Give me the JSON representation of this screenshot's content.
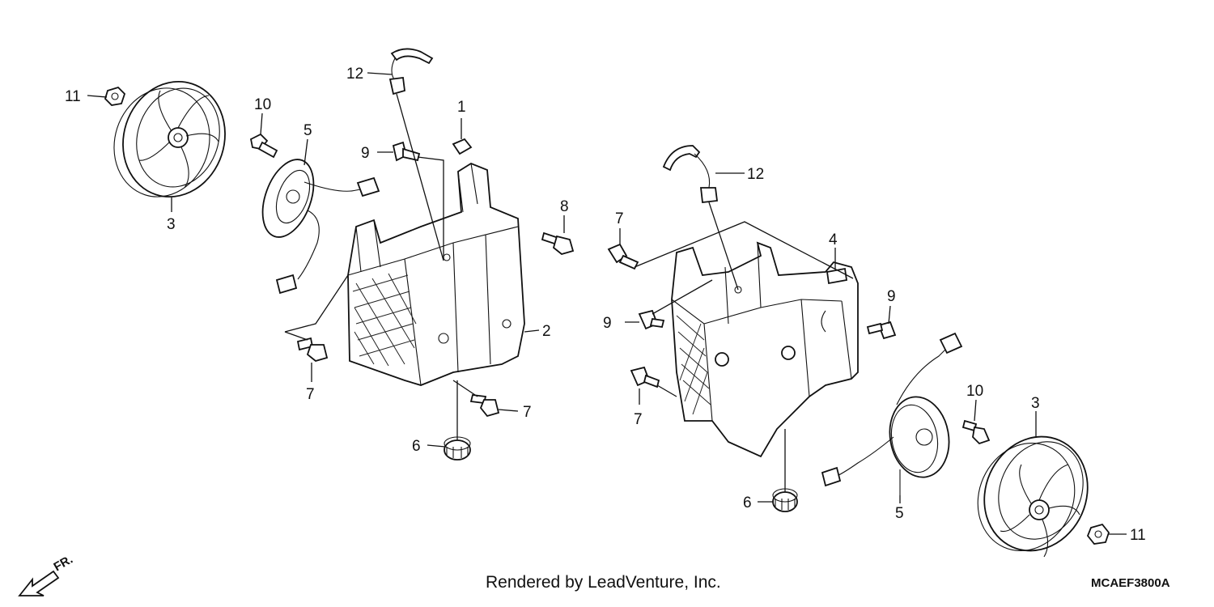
{
  "diagram": {
    "callouts": {
      "l11": "11",
      "l10": "10",
      "l12": "12",
      "l5": "5",
      "l1": "1",
      "l9": "9",
      "l3": "3",
      "l8": "8",
      "l2": "2",
      "l7a": "7",
      "l7b": "7",
      "l6": "6",
      "r12": "12",
      "r7a": "7",
      "r4": "4",
      "r9a": "9",
      "r9b": "9",
      "r7b": "7",
      "r10": "10",
      "r3": "3",
      "r6": "6",
      "r5": "5",
      "r11": "11"
    },
    "direction_label": "FR."
  },
  "footer": {
    "credit": "Rendered by LeadVenture, Inc.",
    "code": "MCAEF3800A"
  }
}
